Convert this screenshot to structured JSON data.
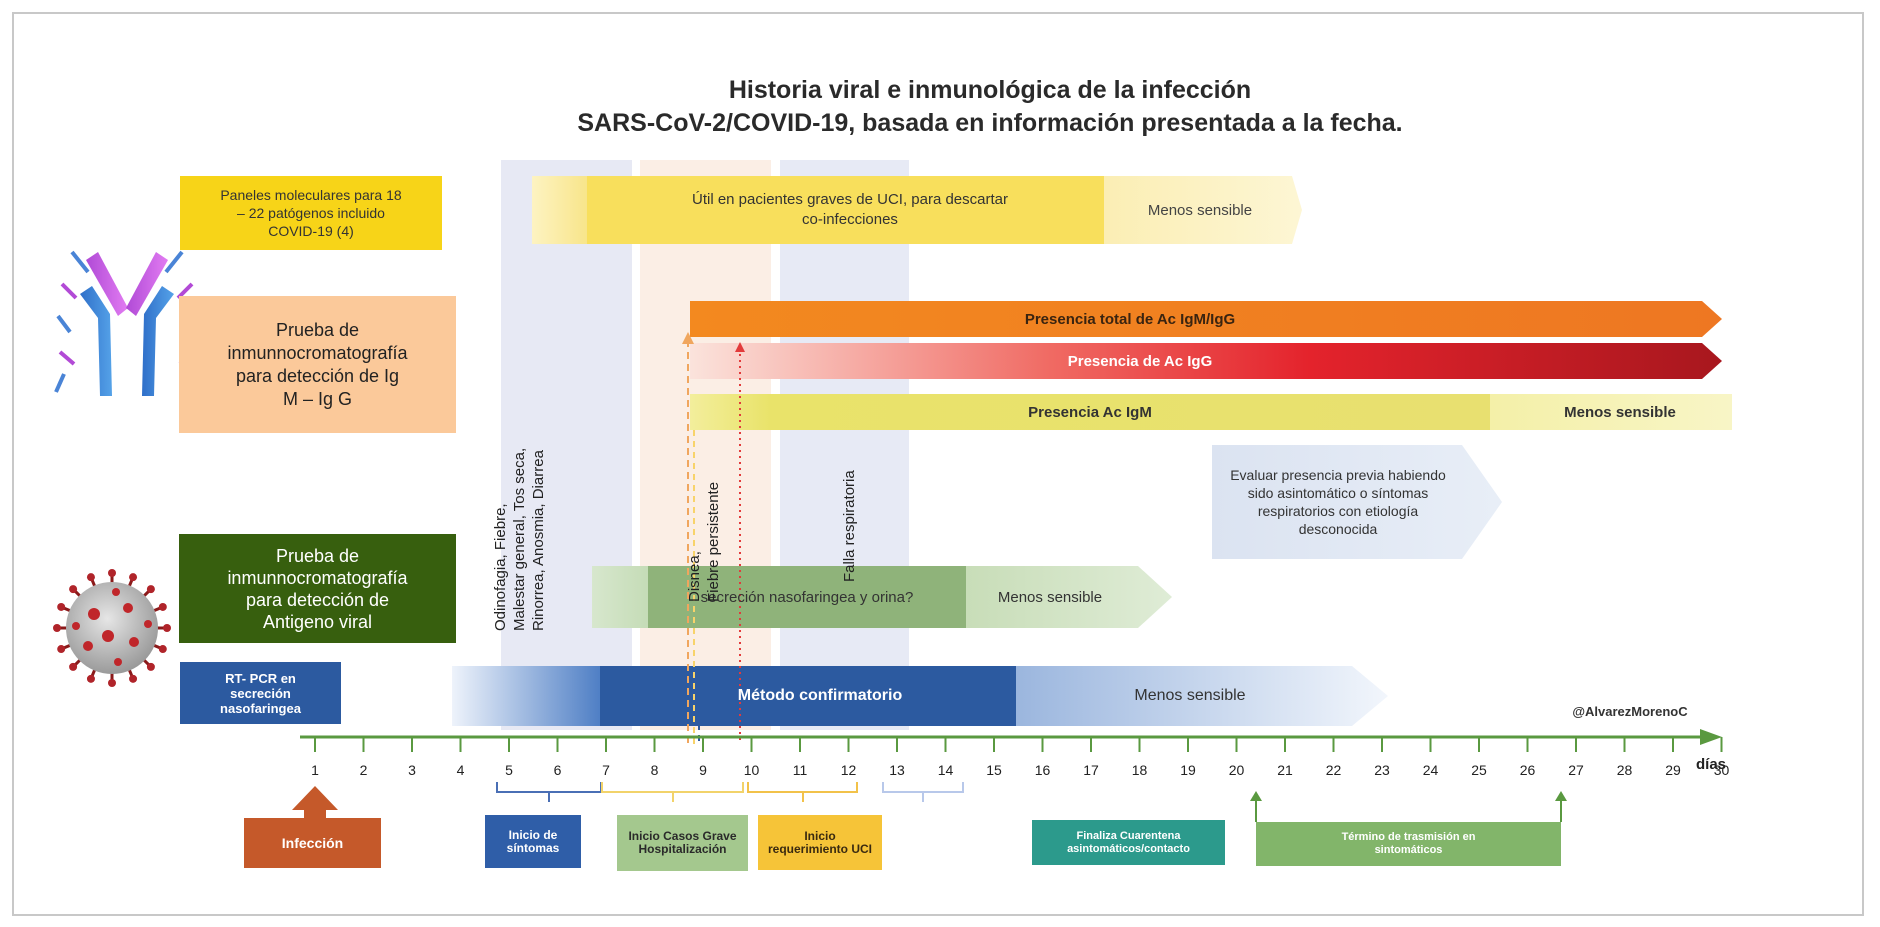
{
  "title": {
    "line1": "Historia viral e inmunológica de la infección",
    "line2": "SARS-CoV-2/COVID-19, basada en información presentada a la fecha."
  },
  "tests": {
    "molecular": "Paneles moleculares para 18 – 22 patógenos incluido COVID-19 (4)",
    "antibody": "Prueba de inmunnocromatografía para detección de Ig M – Ig G",
    "antigen": "Prueba de inmunnocromatografía para detección de Antigeno viral",
    "pcr": "RT- PCR en secreción nasofaringea"
  },
  "bars": {
    "molecular_main": "Útil en pacientes graves de UCI, para descartar co-infecciones",
    "molecular_less": "Menos sensible",
    "total_ab": "Presencia total de Ac IgM/IgG",
    "igg": "Presencia de Ac IgG",
    "igm": "Presencia Ac IgM",
    "igm_less": "Menos sensible",
    "evaluar": "Evaluar presencia previa habiendo sido asintomático o síntomas respiratorios con etiología desconocida",
    "antigen_main": "secreción nasofaringea y orina?",
    "antigen_less": "Menos sensible",
    "pcr_main": "Método confirmatorio",
    "pcr_less": "Menos sensible"
  },
  "symptoms": {
    "line1": "Odinofagia, Fiebre,",
    "line2": "Malestar general, Tos seca,",
    "line3": "Rinorrea, Anosmia, Diarrea",
    "disnea1": "Disnea,",
    "disnea2": "Fiebre persistente",
    "falla": "Falla respiratoria"
  },
  "axis": {
    "unit": "días",
    "days": [
      "1",
      "2",
      "3",
      "4",
      "5",
      "6",
      "7",
      "8",
      "9",
      "10",
      "11",
      "12",
      "13",
      "14",
      "15",
      "16",
      "17",
      "18",
      "19",
      "20",
      "21",
      "22",
      "23",
      "24",
      "25",
      "26",
      "27",
      "28",
      "29",
      "30"
    ]
  },
  "milestones": {
    "infeccion": "Infección",
    "inicio_sintomas": "Inicio de síntomas",
    "casos_grave": "Inicio Casos Grave Hospitalización",
    "uci": "Inicio requerimiento UCI",
    "cuarentena": "Finaliza Cuarentena asintomáticos/contacto",
    "termino": "Término de trasmisión en sintomáticos"
  },
  "credit": "@AlvarezMorenoC",
  "colors": {
    "molecular": "#f7d418",
    "antibody": "#fbc99a",
    "antigen": "#375f0e",
    "pcr": "#2c5aa0",
    "total_ab": "#f07c1e",
    "igg": "#d9262e",
    "igm": "#ede466",
    "axis": "#5a9940",
    "infeccion": "#c5592a",
    "cuarentena": "#2c9a8c",
    "termino": "#82b56a",
    "uci": "#f6c438"
  },
  "icons": [
    "antibody-icon",
    "coronavirus-icon"
  ]
}
